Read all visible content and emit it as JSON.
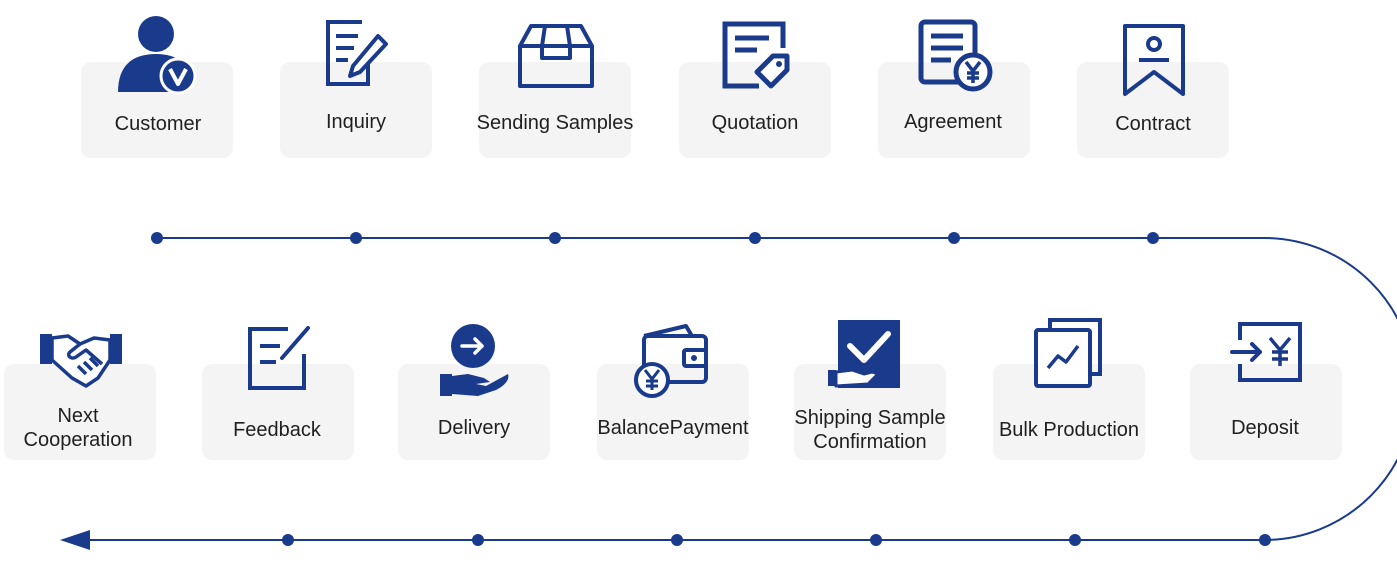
{
  "colors": {
    "primary": "#1a3a8c",
    "card": "#f4f4f5",
    "text": "#1f1f1f"
  },
  "top_row": [
    {
      "label": "Customer",
      "icon": "customer-icon"
    },
    {
      "label": "Inquiry",
      "icon": "inquiry-icon"
    },
    {
      "label": "Sending Samples",
      "icon": "box-icon"
    },
    {
      "label": "Quotation",
      "icon": "quotation-icon"
    },
    {
      "label": "Agreement",
      "icon": "agreement-icon"
    },
    {
      "label": "Contract",
      "icon": "contract-icon"
    }
  ],
  "bottom_row": [
    {
      "label": "Next",
      "label2": "Cooperation",
      "icon": "handshake-icon"
    },
    {
      "label": "Feedback",
      "icon": "feedback-icon"
    },
    {
      "label": "Delivery",
      "icon": "delivery-icon"
    },
    {
      "label": "BalancePayment",
      "icon": "wallet-icon"
    },
    {
      "label": "Shipping Sample",
      "label2": "Confirmation",
      "icon": "confirmation-icon"
    },
    {
      "label": "Bulk Production",
      "icon": "production-icon"
    },
    {
      "label": "Deposit",
      "icon": "deposit-icon"
    }
  ]
}
